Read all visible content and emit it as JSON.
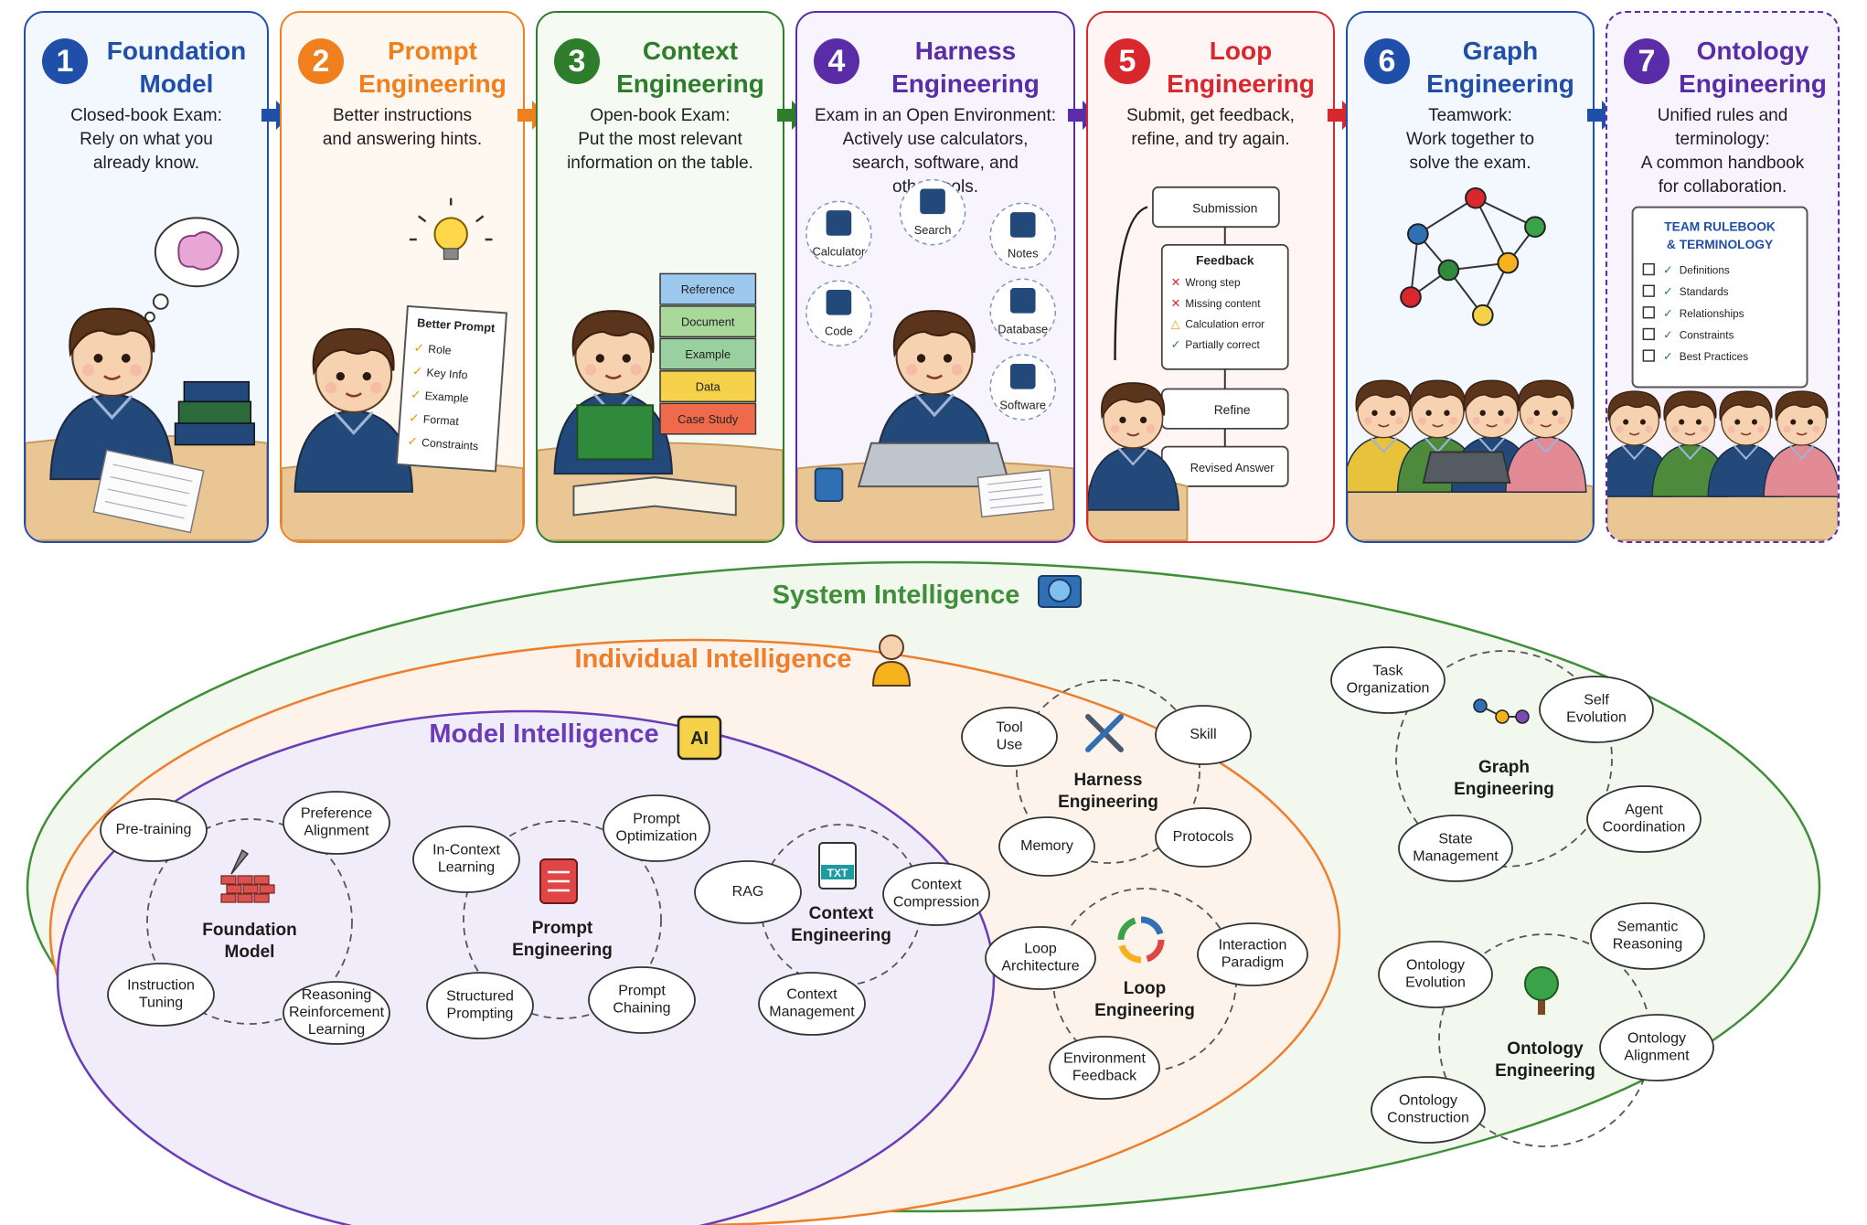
{
  "colors": {
    "blue": "#1f4fa8",
    "orange": "#f07f1e",
    "green": "#2d7d2b",
    "purple": "#5a2ca8",
    "red": "#d9272e",
    "hoodie": "#23487a",
    "system_green": "#3f8f3a",
    "individual_orange": "#ee7e2c",
    "model_purple": "#6a3cb8"
  },
  "stages": [
    {
      "number": "1",
      "title_lines": [
        "Foundation",
        "Model"
      ],
      "desc_lines": [
        "Closed-book Exam:",
        "Rely on what you",
        "already know."
      ],
      "color": "#1f4fa8",
      "bg": "#f3f7fe"
    },
    {
      "number": "2",
      "title_lines": [
        "Prompt",
        "Engineering"
      ],
      "desc_lines": [
        "Better instructions",
        "and answering hints."
      ],
      "color": "#f07f1e",
      "bg": "#fff8f0"
    },
    {
      "number": "3",
      "title_lines": [
        "Context",
        "Engineering"
      ],
      "desc_lines": [
        "Open-book Exam:",
        "Put the most relevant",
        "information on the table."
      ],
      "color": "#2d7d2b",
      "bg": "#f5fbf3"
    },
    {
      "number": "4",
      "title_lines": [
        "Harness",
        "Engineering"
      ],
      "desc_lines": [
        "Exam in an Open Environment:",
        "Actively use calculators,",
        "search, software, and",
        "other tools."
      ],
      "color": "#5a2ca8",
      "bg": "#f7f4fd"
    },
    {
      "number": "5",
      "title_lines": [
        "Loop",
        "Engineering"
      ],
      "desc_lines": [
        "Submit, get feedback,",
        "refine, and try again."
      ],
      "color": "#d9272e",
      "bg": "#fff5f5"
    },
    {
      "number": "6",
      "title_lines": [
        "Graph",
        "Engineering"
      ],
      "desc_lines": [
        "Teamwork:",
        "Work together to",
        "solve the exam."
      ],
      "color": "#1f4fa8",
      "bg": "#f3f7fe"
    },
    {
      "number": "7",
      "title_lines": [
        "Ontology",
        "Engineering"
      ],
      "desc_lines": [
        "Unified rules and",
        "terminology:",
        "A common handbook",
        "for collaboration."
      ],
      "color": "#5a2ca8",
      "bg": "#f7f4fd"
    }
  ],
  "cards": {
    "prompt_sheet": {
      "title": "Better Prompt",
      "items": [
        "Role",
        "Key Info",
        "Example",
        "Format",
        "Constraints"
      ]
    },
    "book_stack": [
      "Reference",
      "Document",
      "Example",
      "Data",
      "Case Study"
    ],
    "tools": [
      "Calculator",
      "Search",
      "Notes",
      "Code",
      "Database",
      "Software"
    ],
    "loop_flow": {
      "submission": "Submission",
      "feedback_title": "Feedback",
      "feedback_items": [
        {
          "mark": "✕",
          "text": "Wrong step",
          "color": "#d9272e"
        },
        {
          "mark": "✕",
          "text": "Missing content",
          "color": "#d9272e"
        },
        {
          "mark": "△",
          "text": "Calculation error",
          "color": "#e0a100"
        },
        {
          "mark": "✓",
          "text": "Partially correct",
          "color": "#2d7d2b"
        }
      ],
      "refine": "Refine",
      "revised": "Revised Answer"
    },
    "rulebook": {
      "title_lines": [
        "TEAM RULEBOOK",
        "& TERMINOLOGY"
      ],
      "items": [
        "Definitions",
        "Standards",
        "Relationships",
        "Constraints",
        "Best Practices"
      ]
    }
  },
  "venn": {
    "system_title": "System Intelligence",
    "individual_title": "Individual Intelligence",
    "model_title": "Model Intelligence",
    "ai_chip_label": "AI",
    "clusters": [
      {
        "key": "foundation",
        "center_lines": [
          "Foundation",
          "Model"
        ],
        "icon": "brick-wall-icon",
        "nodes": [
          {
            "lines": [
              "Pre-training"
            ]
          },
          {
            "lines": [
              "Preference",
              "Alignment"
            ]
          },
          {
            "lines": [
              "Instruction",
              "Tuning"
            ]
          },
          {
            "lines": [
              "Reasoning",
              "Reinforcement",
              "Learning"
            ]
          }
        ]
      },
      {
        "key": "prompt",
        "center_lines": [
          "Prompt",
          "Engineering"
        ],
        "icon": "prompt-doc-icon",
        "nodes": [
          {
            "lines": [
              "In-Context",
              "Learning"
            ]
          },
          {
            "lines": [
              "Prompt",
              "Optimization"
            ]
          },
          {
            "lines": [
              "Structured",
              "Prompting"
            ]
          },
          {
            "lines": [
              "Prompt",
              "Chaining"
            ]
          }
        ]
      },
      {
        "key": "context",
        "center_lines": [
          "Context",
          "Engineering"
        ],
        "icon": "txt-file-icon",
        "icon_label": "TXT",
        "nodes": [
          {
            "lines": [
              "RAG"
            ]
          },
          {
            "lines": [
              "Context",
              "Compression"
            ]
          },
          {
            "lines": [
              "Context",
              "Management"
            ]
          }
        ]
      },
      {
        "key": "harness",
        "center_lines": [
          "Harness",
          "Engineering"
        ],
        "icon": "wrench-screwdriver-icon",
        "nodes": [
          {
            "lines": [
              "Tool",
              "Use"
            ]
          },
          {
            "lines": [
              "Skill"
            ]
          },
          {
            "lines": [
              "Memory"
            ]
          },
          {
            "lines": [
              "Protocols"
            ]
          }
        ]
      },
      {
        "key": "loop",
        "center_lines": [
          "Loop",
          "Engineering"
        ],
        "icon": "cycle-arrows-icon",
        "nodes": [
          {
            "lines": [
              "Loop",
              "Architecture"
            ]
          },
          {
            "lines": [
              "Interaction",
              "Paradigm"
            ]
          },
          {
            "lines": [
              "Environment",
              "Feedback"
            ]
          }
        ]
      },
      {
        "key": "graph",
        "center_lines": [
          "Graph",
          "Engineering"
        ],
        "icon": "graph-nodes-icon",
        "nodes": [
          {
            "lines": [
              "Task",
              "Organization"
            ]
          },
          {
            "lines": [
              "Self",
              "Evolution"
            ]
          },
          {
            "lines": [
              "State",
              "Management"
            ]
          },
          {
            "lines": [
              "Agent",
              "Coordination"
            ]
          }
        ]
      },
      {
        "key": "ontology",
        "center_lines": [
          "Ontology",
          "Engineering"
        ],
        "icon": "tree-icon",
        "nodes": [
          {
            "lines": [
              "Ontology",
              "Evolution"
            ]
          },
          {
            "lines": [
              "Semantic",
              "Reasoning"
            ]
          },
          {
            "lines": [
              "Ontology",
              "Alignment"
            ]
          },
          {
            "lines": [
              "Ontology",
              "Construction"
            ]
          }
        ]
      }
    ]
  }
}
